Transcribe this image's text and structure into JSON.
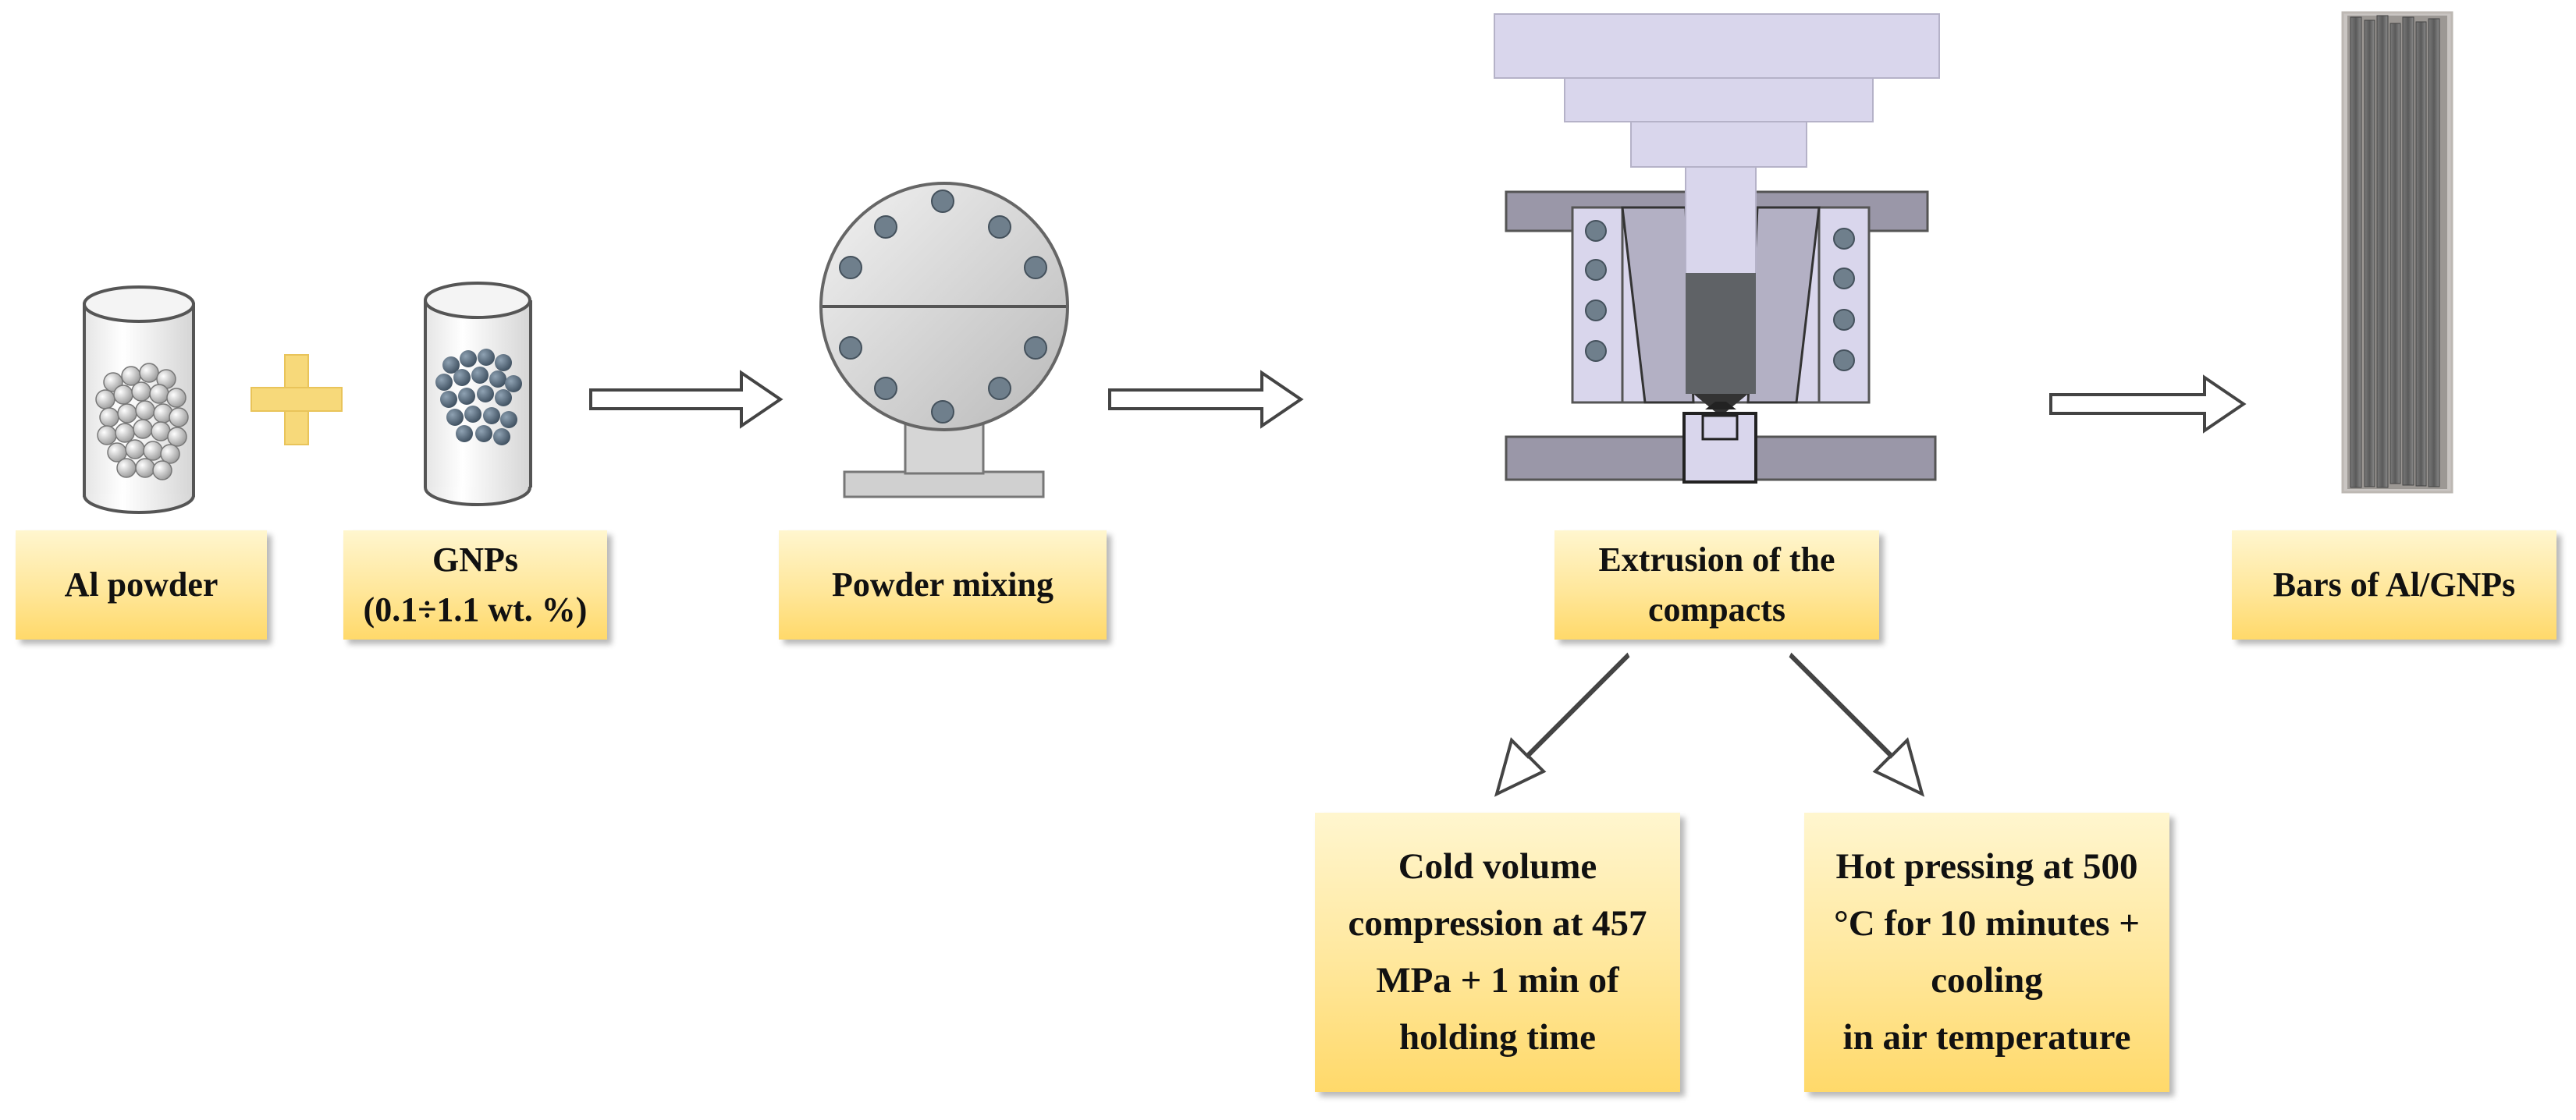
{
  "labels": {
    "al_powder": "Al powder",
    "gnps_line1": "GNPs",
    "gnps_line2": "(0.1÷1.1 wt. %)",
    "powder_mixing": "Powder mixing",
    "extrusion_line1": "Extrusion of the",
    "extrusion_line2": "compacts",
    "bars": "Bars of Al/GNPs",
    "cold_line1": "Cold volume",
    "cold_line2": "compression at 457",
    "cold_line3": "MPa + 1 min of",
    "cold_line4": "holding time",
    "hot_line1": "Hot pressing at 500",
    "hot_line2": "°C  for 10 minutes +",
    "hot_line3": "cooling",
    "hot_line4": "in air temperature"
  },
  "colors": {
    "label_fill_top": "#fff6cf",
    "label_fill_bottom": "#ffd96a",
    "plus_sign": "#f7d97a",
    "press_fill": "#d9d6ec",
    "dark_plate": "#9a97a8",
    "mixer_fill": "#d8d8d8",
    "mixer_bolts": "#6f7f8c",
    "gnp_particles": "#55687a"
  },
  "icons": [
    "al-powder-beaker-icon",
    "plus-icon",
    "gnp-beaker-icon",
    "powder-mixer-icon",
    "extrusion-press-icon",
    "al-gnp-bars-photo"
  ]
}
